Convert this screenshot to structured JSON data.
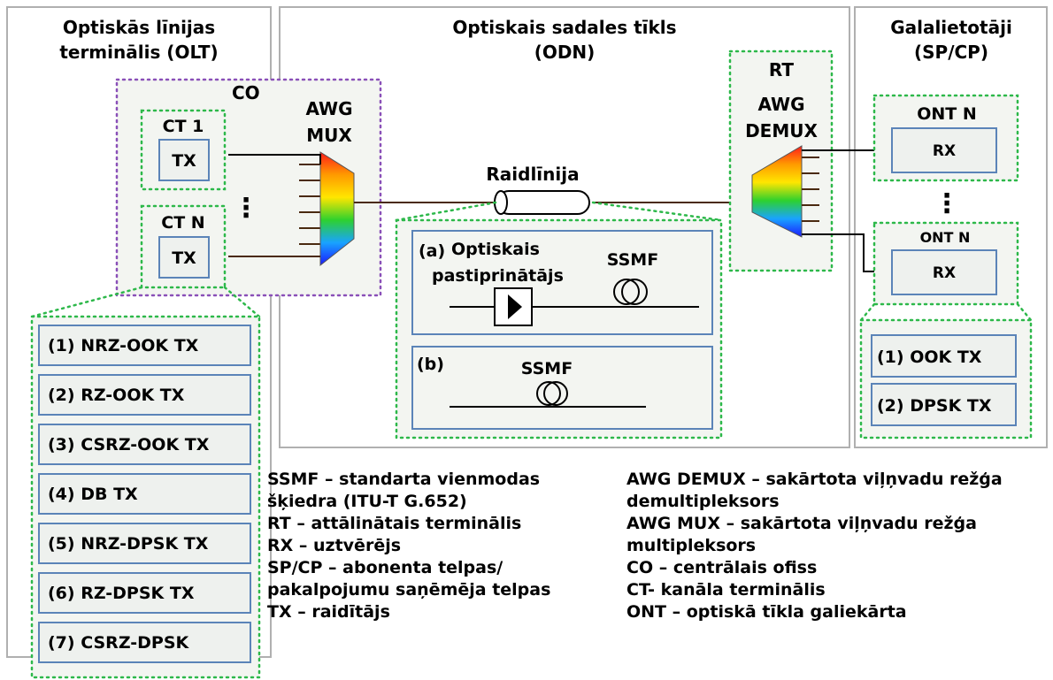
{
  "sections": {
    "olt": {
      "line1": "Optiskās līnijas",
      "line2": "terminālis (OLT)"
    },
    "odn": {
      "line1": "Optiskais sadales tīkls",
      "line2": "(ODN)"
    },
    "users": {
      "line1": "Galalietotāji",
      "line2": "(SP/CP)"
    }
  },
  "co_label": "CO",
  "ct1": {
    "title": "CT 1",
    "tx": "TX"
  },
  "ctn": {
    "title": "CT N",
    "tx": "TX"
  },
  "mux": {
    "line1": "AWG",
    "line2": "MUX"
  },
  "demux": {
    "rt": "RT",
    "line1": "AWG",
    "line2": "DEMUX"
  },
  "fiber_label": "Raidlīnija",
  "ellipsis": "⋮",
  "ont_top": {
    "title": "ONT N",
    "rx": "RX"
  },
  "ont_bottom": {
    "title": "ONT N",
    "rx": "RX"
  },
  "opt_a": {
    "tag": "(a)",
    "amp_line1": "Optiskais",
    "amp_line2": "pastiprinātājs",
    "ssmf": "SSMF"
  },
  "opt_b": {
    "tag": "(b)",
    "ssmf": "SSMF"
  },
  "tx_options": [
    "(1) NRZ-OOK TX",
    "(2) RZ-OOK TX",
    "(3) CSRZ-OOK TX",
    "(4) DB TX",
    "(5) NRZ-DPSK TX",
    "(6) RZ-DPSK TX",
    "(7) CSRZ-DPSK"
  ],
  "rx_options": [
    "(1) OOK TX",
    "(2) DPSK TX"
  ],
  "legend_left": [
    "SSMF – standarta vienmodas",
    "šķiedra (ITU-T G.652)",
    "RT – attālinātais terminālis",
    "RX – uztvērējs",
    "SP/CP – abonenta telpas/",
    "pakalpojumu saņēmēja telpas",
    "TX – raidītājs"
  ],
  "legend_right": [
    "AWG DEMUX – sakārtota viļņvadu režģa",
    "demultipleksors",
    "AWG MUX – sakārtota viļņvadu režģa",
    "multipleksors",
    "CO – centrālais ofiss",
    "CT- kanāla terminālis",
    "ONT – optiskā tīkla galiekārta"
  ],
  "colors": {
    "panel_border": "#b0b0b0",
    "dotted_green": "#2db84a",
    "dotted_purple": "#8a50b8",
    "box_blue": "#5b84b8",
    "box_fill": "#eef1ee",
    "panel_fill": "#f3f5f1",
    "wire": "#4a2a10"
  }
}
